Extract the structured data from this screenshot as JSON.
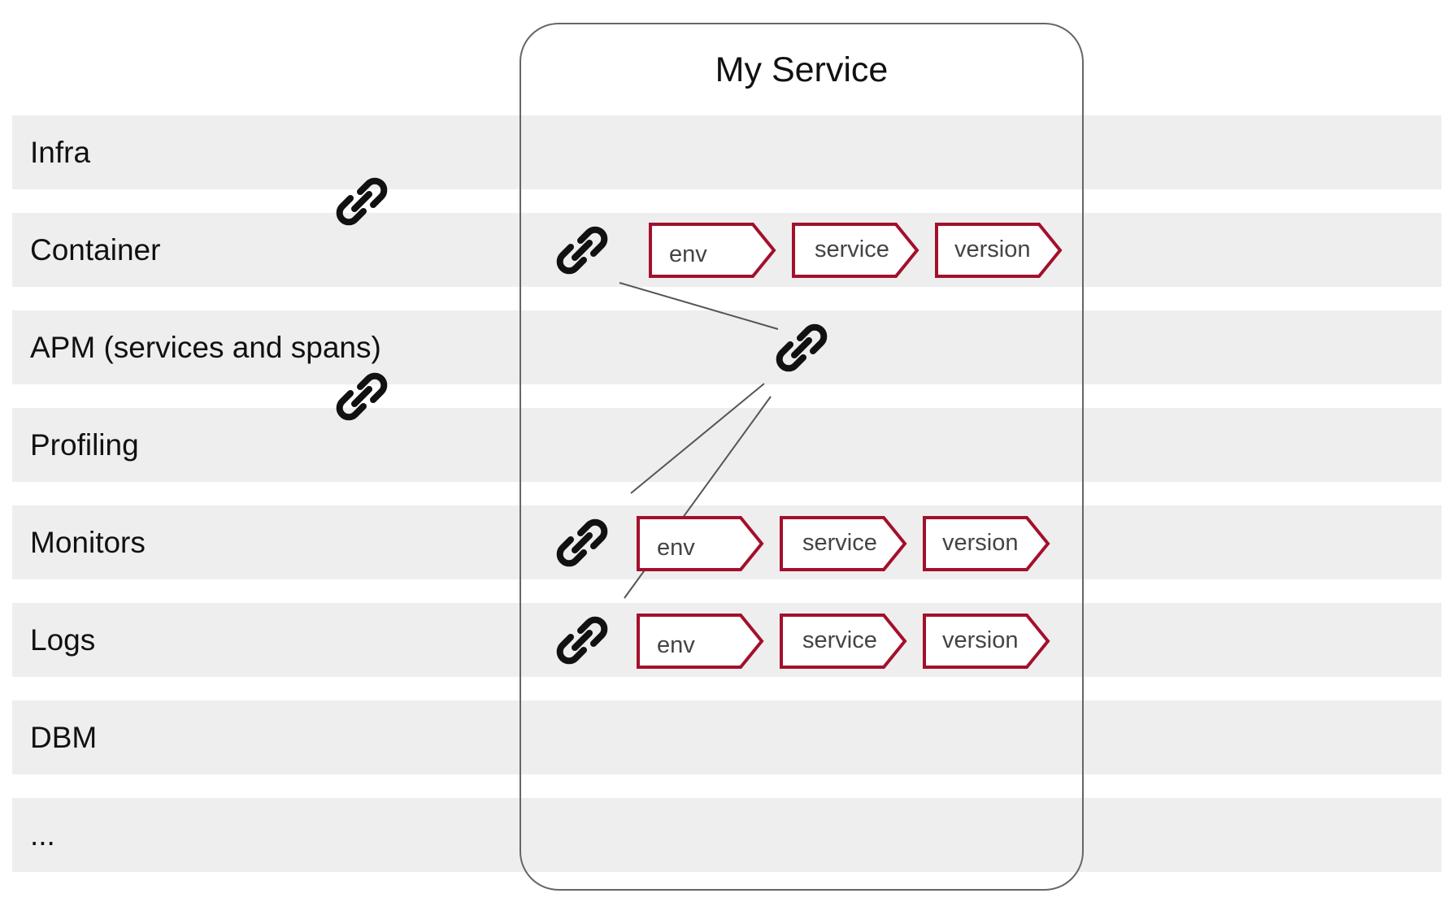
{
  "service": {
    "title": "My Service"
  },
  "rows": [
    {
      "label": "Infra"
    },
    {
      "label": "Container"
    },
    {
      "label": "APM (services and spans)"
    },
    {
      "label": "Profiling"
    },
    {
      "label": "Monitors"
    },
    {
      "label": "Logs"
    },
    {
      "label": "DBM"
    },
    {
      "label": "..."
    }
  ],
  "tags": {
    "container": [
      "env",
      "service",
      "version"
    ],
    "monitors": [
      "env",
      "service",
      "version"
    ],
    "logs": [
      "env",
      "service",
      "version"
    ]
  },
  "colors": {
    "band": "#eeeeee",
    "tag_border": "#a3102c",
    "tag_text": "#444444",
    "link_icon": "#111111",
    "connector": "#555555",
    "service_border": "#666666"
  },
  "icons": {
    "link": "link-icon"
  }
}
